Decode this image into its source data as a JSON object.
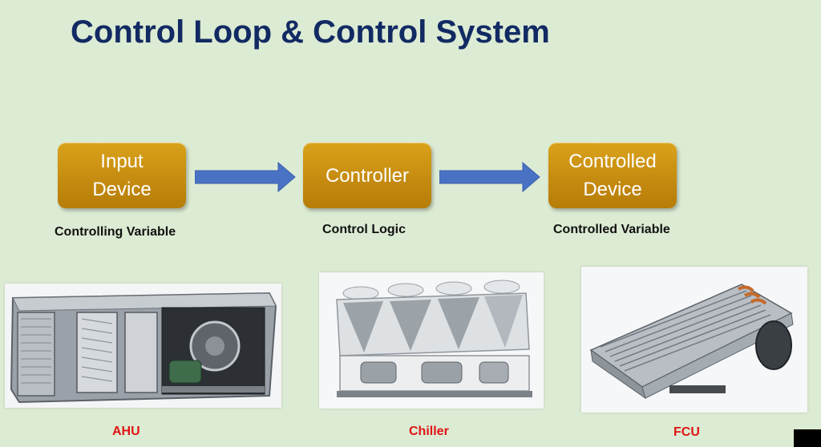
{
  "title": "Control Loop & Control System",
  "boxes": [
    {
      "lines": [
        "Input",
        "Device"
      ],
      "caption": "Controlling Variable"
    },
    {
      "lines": [
        "Controller"
      ],
      "caption": "Control Logic"
    },
    {
      "lines": [
        "Controlled",
        "Device"
      ],
      "caption": "Controlled Variable"
    }
  ],
  "equipment": [
    {
      "label": "AHU",
      "icon": "ahu-photo"
    },
    {
      "label": "Chiller",
      "icon": "chiller-photo"
    },
    {
      "label": "FCU",
      "icon": "fcu-photo"
    }
  ],
  "colors": {
    "title": "#122a63",
    "box": "#c68c10",
    "arrow": "#4a72c4",
    "caption": "#e01414",
    "background": "#dcebd3"
  }
}
